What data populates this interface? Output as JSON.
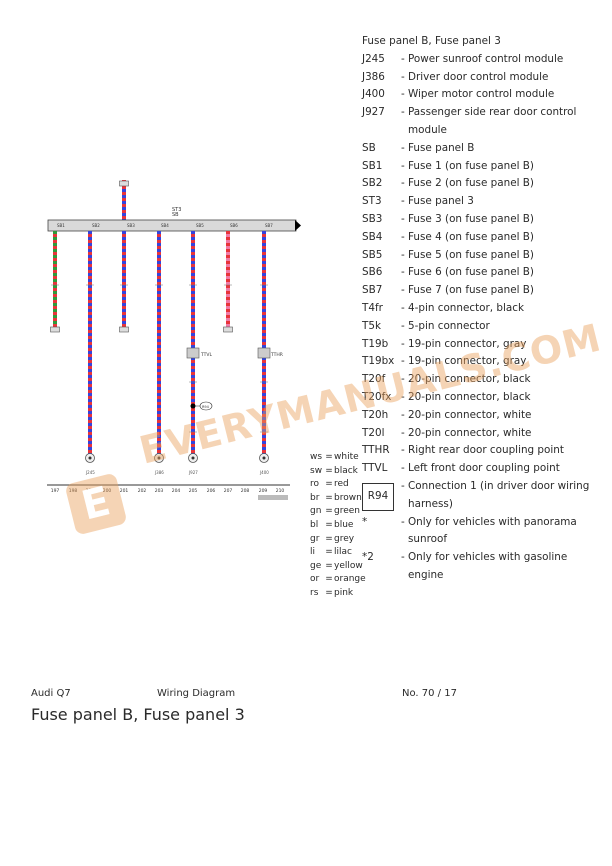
{
  "legend": {
    "title": "Fuse panel B, Fuse panel 3",
    "items": [
      {
        "code": "J245",
        "desc": "Power sunroof control module"
      },
      {
        "code": "J386",
        "desc": "Driver door control module"
      },
      {
        "code": "J400",
        "desc": "Wiper motor control module"
      },
      {
        "code": "J927",
        "desc": "Passenger side rear door control module"
      },
      {
        "code": "SB",
        "desc": "Fuse panel B"
      },
      {
        "code": "SB1",
        "desc": "Fuse 1 (on fuse panel B)"
      },
      {
        "code": "SB2",
        "desc": "Fuse 2 (on fuse panel B)"
      },
      {
        "code": "ST3",
        "desc": "Fuse panel 3"
      },
      {
        "code": "SB3",
        "desc": "Fuse 3 (on fuse panel B)"
      },
      {
        "code": "SB4",
        "desc": "Fuse 4 (on fuse panel B)"
      },
      {
        "code": "SB5",
        "desc": "Fuse 5 (on fuse panel B)"
      },
      {
        "code": "SB6",
        "desc": "Fuse 6 (on fuse panel B)"
      },
      {
        "code": "SB7",
        "desc": "Fuse 7 (on fuse panel B)"
      },
      {
        "code": "T4fr",
        "desc": "4-pin connector, black"
      },
      {
        "code": "T5k",
        "desc": "5-pin connector"
      },
      {
        "code": "T19b",
        "desc": "19-pin connector, gray"
      },
      {
        "code": "T19bx",
        "desc": "19-pin connector, gray"
      },
      {
        "code": "T20f",
        "desc": "20-pin connector, black"
      },
      {
        "code": "T20fx",
        "desc": "20-pin connector, black"
      },
      {
        "code": "T20h",
        "desc": "20-pin connector, white"
      },
      {
        "code": "T20l",
        "desc": "20-pin connector, white"
      },
      {
        "code": "TTHR",
        "desc": "Right rear door coupling point"
      },
      {
        "code": "TTVL",
        "desc": "Left front door coupling point"
      }
    ],
    "r94": {
      "code": "R94",
      "desc": "Connection 1 (in driver door wiring harness)"
    },
    "notes": [
      {
        "code": "*",
        "desc": "Only for vehicles with panorama sunroof"
      },
      {
        "code": "*2",
        "desc": "Only for vehicles with gasoline engine"
      }
    ]
  },
  "wire_colors": [
    {
      "abbr": "ws",
      "name": "white"
    },
    {
      "abbr": "sw",
      "name": "black"
    },
    {
      "abbr": "ro",
      "name": "red"
    },
    {
      "abbr": "br",
      "name": "brown"
    },
    {
      "abbr": "gn",
      "name": "green"
    },
    {
      "abbr": "bl",
      "name": "blue"
    },
    {
      "abbr": "gr",
      "name": "grey"
    },
    {
      "abbr": "li",
      "name": "lilac"
    },
    {
      "abbr": "ge",
      "name": "yellow"
    },
    {
      "abbr": "or",
      "name": "orange"
    },
    {
      "abbr": "rs",
      "name": "pink"
    }
  ],
  "diagram": {
    "busbar_label_top": "ST3",
    "busbar_label_bottom": "SB",
    "fuse_labels": [
      "SB1",
      "SB2",
      "SB3",
      "SB4",
      "SB5",
      "SB6",
      "SB7"
    ],
    "coupling_labels": [
      "TTVL",
      "TTHR"
    ],
    "component_labels": [
      "J245",
      "J386",
      "J927",
      "J400"
    ],
    "connection_label": "R94",
    "grid_numbers": [
      "197",
      "198",
      "199",
      "200",
      "201",
      "202",
      "203",
      "204",
      "205",
      "206",
      "207",
      "208",
      "209",
      "210"
    ],
    "wire_colors_hex": {
      "red": "#e8343a",
      "blue": "#3344dd",
      "green": "#2e9a3a",
      "pink": "#f07aa8"
    }
  },
  "footer": {
    "model": "Audi Q7",
    "doc_type": "Wiring Diagram",
    "number": "No.  70 / 17",
    "title": "Fuse panel B, Fuse panel 3"
  },
  "watermark": {
    "text": "EVERYMANUALS.COM",
    "logo_letter": "E"
  }
}
